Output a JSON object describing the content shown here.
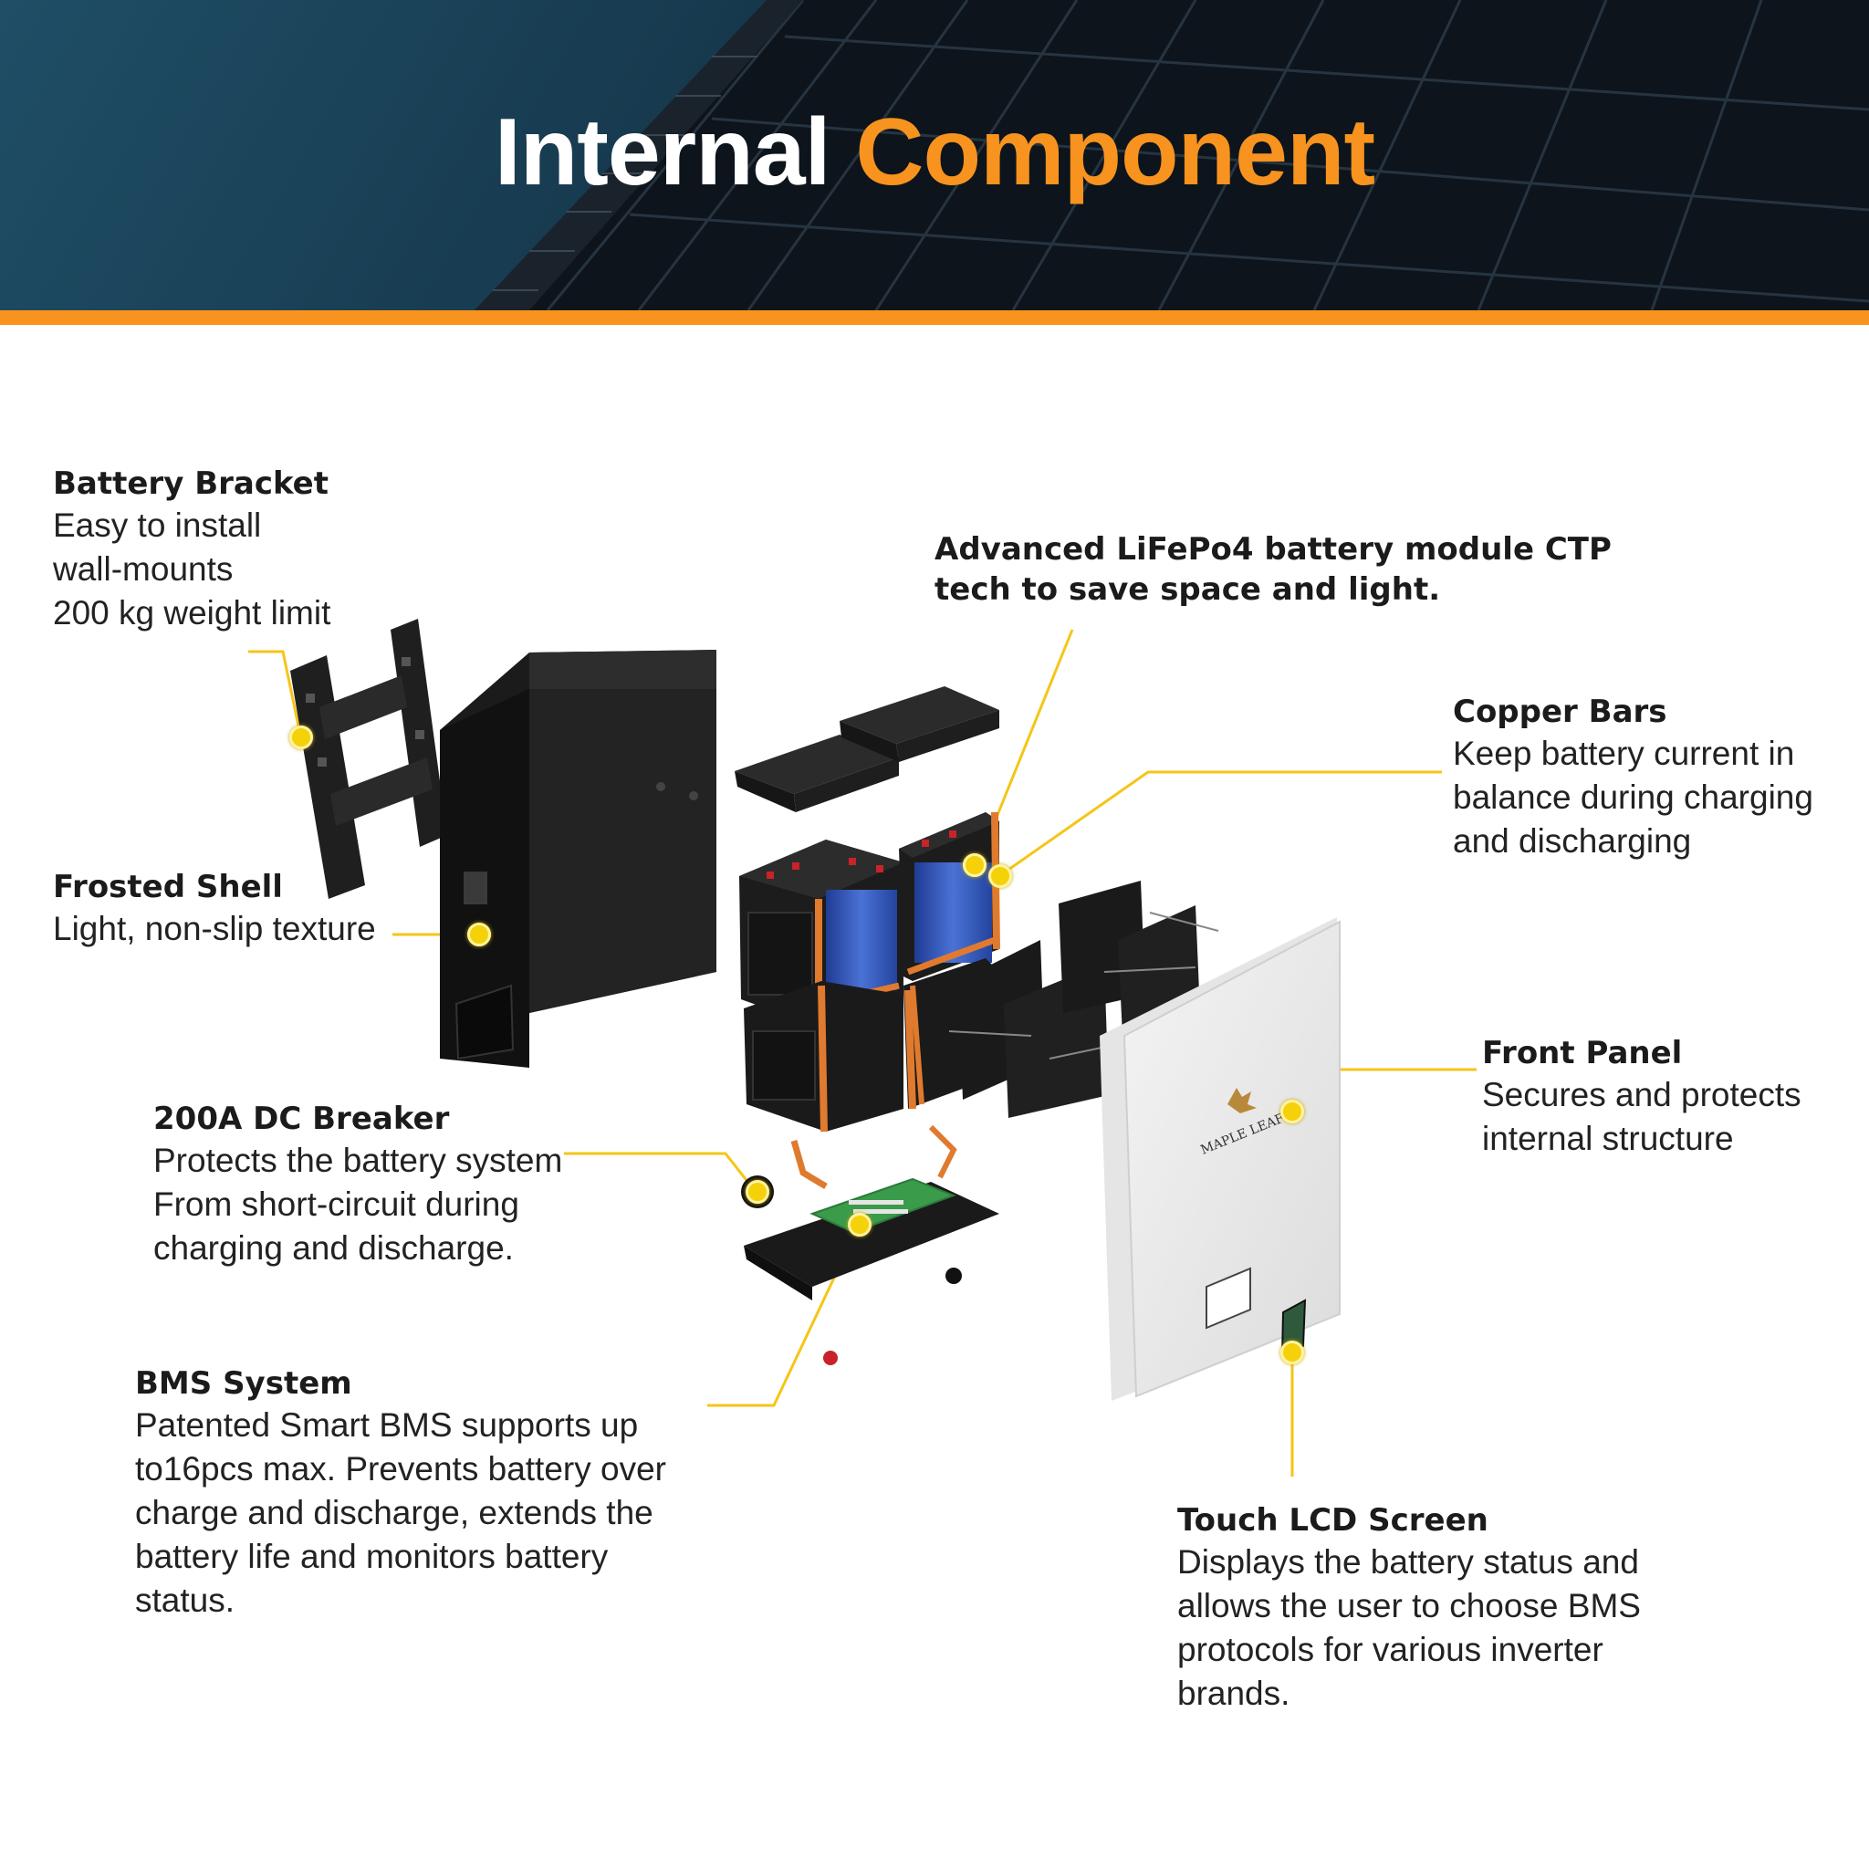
{
  "header": {
    "title_part1": "Internal",
    "title_part2": "Component",
    "accent_color": "#f7931e"
  },
  "callouts": {
    "bracket": {
      "title": "Battery Bracket",
      "lines": [
        "Easy to install",
        "wall-mounts",
        "200 kg weight limit"
      ]
    },
    "module": {
      "title_lines": [
        "Advanced LiFePo4 battery module CTP",
        "tech to save space and light."
      ]
    },
    "copper": {
      "title": "Copper Bars",
      "lines": [
        "Keep battery current in",
        "balance during charging",
        "and discharging"
      ]
    },
    "shell": {
      "title": "Frosted Shell",
      "lines": [
        "Light, non-slip texture"
      ]
    },
    "front": {
      "title": "Front Panel",
      "lines": [
        "Secures and protects",
        "internal structure"
      ]
    },
    "breaker": {
      "title": "200A DC Breaker",
      "lines": [
        "Protects the battery system",
        "From short-circuit during",
        "charging and discharge."
      ]
    },
    "bms": {
      "title": "BMS System",
      "lines": [
        "Patented Smart BMS supports up",
        "to16pcs max. Prevents battery over",
        "charge and discharge, extends the",
        "battery life and monitors battery",
        "status."
      ]
    },
    "lcd": {
      "title": "Touch LCD Screen",
      "lines": [
        "Displays the battery status and",
        "allows the user to choose BMS",
        "protocols for various inverter",
        "brands."
      ]
    }
  },
  "panel": {
    "brand": "MAPLE LEAF"
  },
  "colors": {
    "leader": "#f5c518",
    "copper": "#e07a2e",
    "cell_blue": "#2f52b8",
    "housing": "#1c1c1c"
  }
}
